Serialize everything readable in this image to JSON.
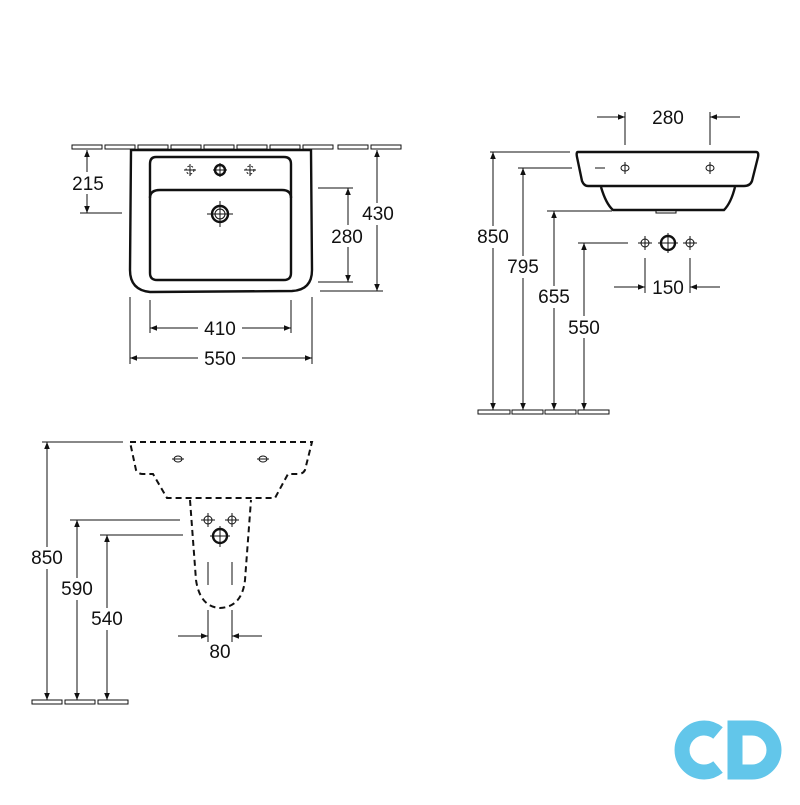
{
  "front_view": {
    "dim_215": "215",
    "dim_280": "280",
    "dim_430": "430",
    "dim_410": "410",
    "dim_550": "550"
  },
  "side_view": {
    "dim_280": "280",
    "dim_850": "850",
    "dim_795": "795",
    "dim_655": "655",
    "dim_550": "550",
    "dim_150": "150"
  },
  "pedestal_view": {
    "dim_850": "850",
    "dim_590": "590",
    "dim_540": "540",
    "dim_80": "80"
  },
  "logo": {
    "text": "CD",
    "color": "#62c6ea"
  }
}
